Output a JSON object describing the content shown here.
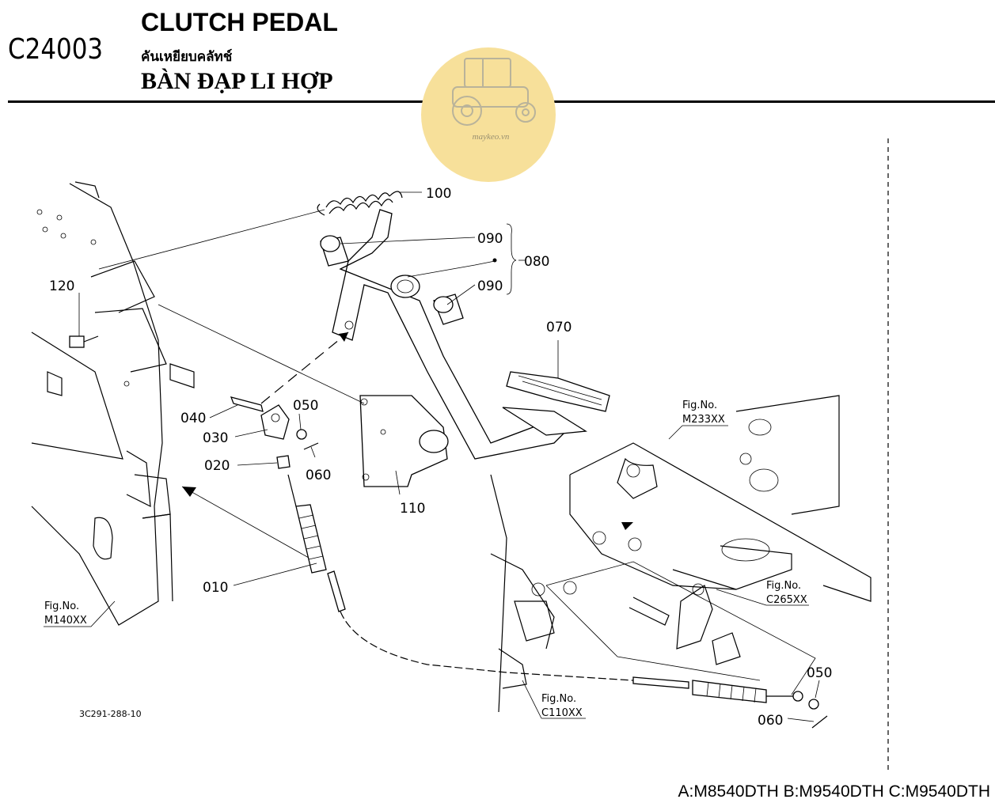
{
  "header": {
    "code": "C24003",
    "title_en": "CLUTCH PEDAL",
    "title_th": "คันเหยียบคลัทช์",
    "title_vi": "BÀN ĐẠP LI HỢP"
  },
  "logo": {
    "text": "maykeo.vn",
    "icon": "tractor-icon",
    "color": "#f7e09a"
  },
  "parts": {
    "p010": "010",
    "p020": "020",
    "p030": "030",
    "p040": "040",
    "p050a": "050",
    "p050b": "050",
    "p060a": "060",
    "p060b": "060",
    "p070": "070",
    "p080": "080",
    "p090a": "090",
    "p090b": "090",
    "p100": "100",
    "p110": "110",
    "p120": "120"
  },
  "fig_refs": {
    "m140": {
      "label": "Fig.No.",
      "code": "M140XX"
    },
    "m233": {
      "label": "Fig.No.",
      "code": "M233XX"
    },
    "c265": {
      "label": "Fig.No.",
      "code": "C265XX"
    },
    "c110": {
      "label": "Fig.No.",
      "code": "C110XX"
    }
  },
  "drawing_ref": "3C291-288-10",
  "footer": "A:M8540DTH B:M9540DTH C:M9540DTH"
}
